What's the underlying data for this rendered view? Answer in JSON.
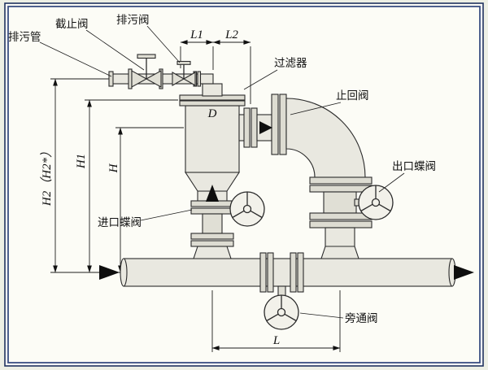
{
  "diagram": {
    "labels": {
      "drain_pipe": "排污管",
      "stop_valve": "截止阀",
      "blowdown_valve": "排污阀",
      "strainer": "过滤器",
      "check_valve": "止回阀",
      "inlet_butterfly": "进口蝶阀",
      "outlet_butterfly": "出口蝶阀",
      "bypass_valve": "旁通阀"
    },
    "dimensions": {
      "l1": "L1",
      "l2": "L2",
      "l": "L",
      "h": "H",
      "h1": "H1",
      "h2": "H2（H2*）",
      "d": "D"
    },
    "colors": {
      "line": "#1e1e1e",
      "pipe_fill": "#e9e8e0",
      "frame_border": "#3a4e82",
      "background": "#fcfcf6"
    }
  }
}
